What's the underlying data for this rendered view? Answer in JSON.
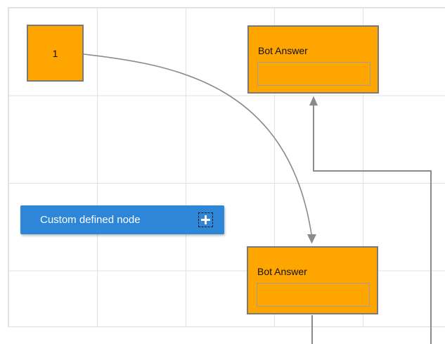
{
  "diagram": {
    "nodes": {
      "start": {
        "label": "1"
      },
      "bot_answer_top": {
        "title": "Bot Answer",
        "field_value": ""
      },
      "bot_answer_bottom": {
        "title": "Bot Answer",
        "field_value": ""
      },
      "custom": {
        "label": "Custom defined node",
        "icon": "plus-icon"
      }
    },
    "colors": {
      "node_fill": "#FFA500",
      "node_border": "#7A7A7A",
      "field_border": "#9E9E9E",
      "custom_node_fill": "#2E86D8",
      "custom_node_text": "#FFFFFF",
      "connector": "#8B8B8B",
      "grid_line": "#E2E2E2",
      "node_text": "#111111"
    }
  }
}
